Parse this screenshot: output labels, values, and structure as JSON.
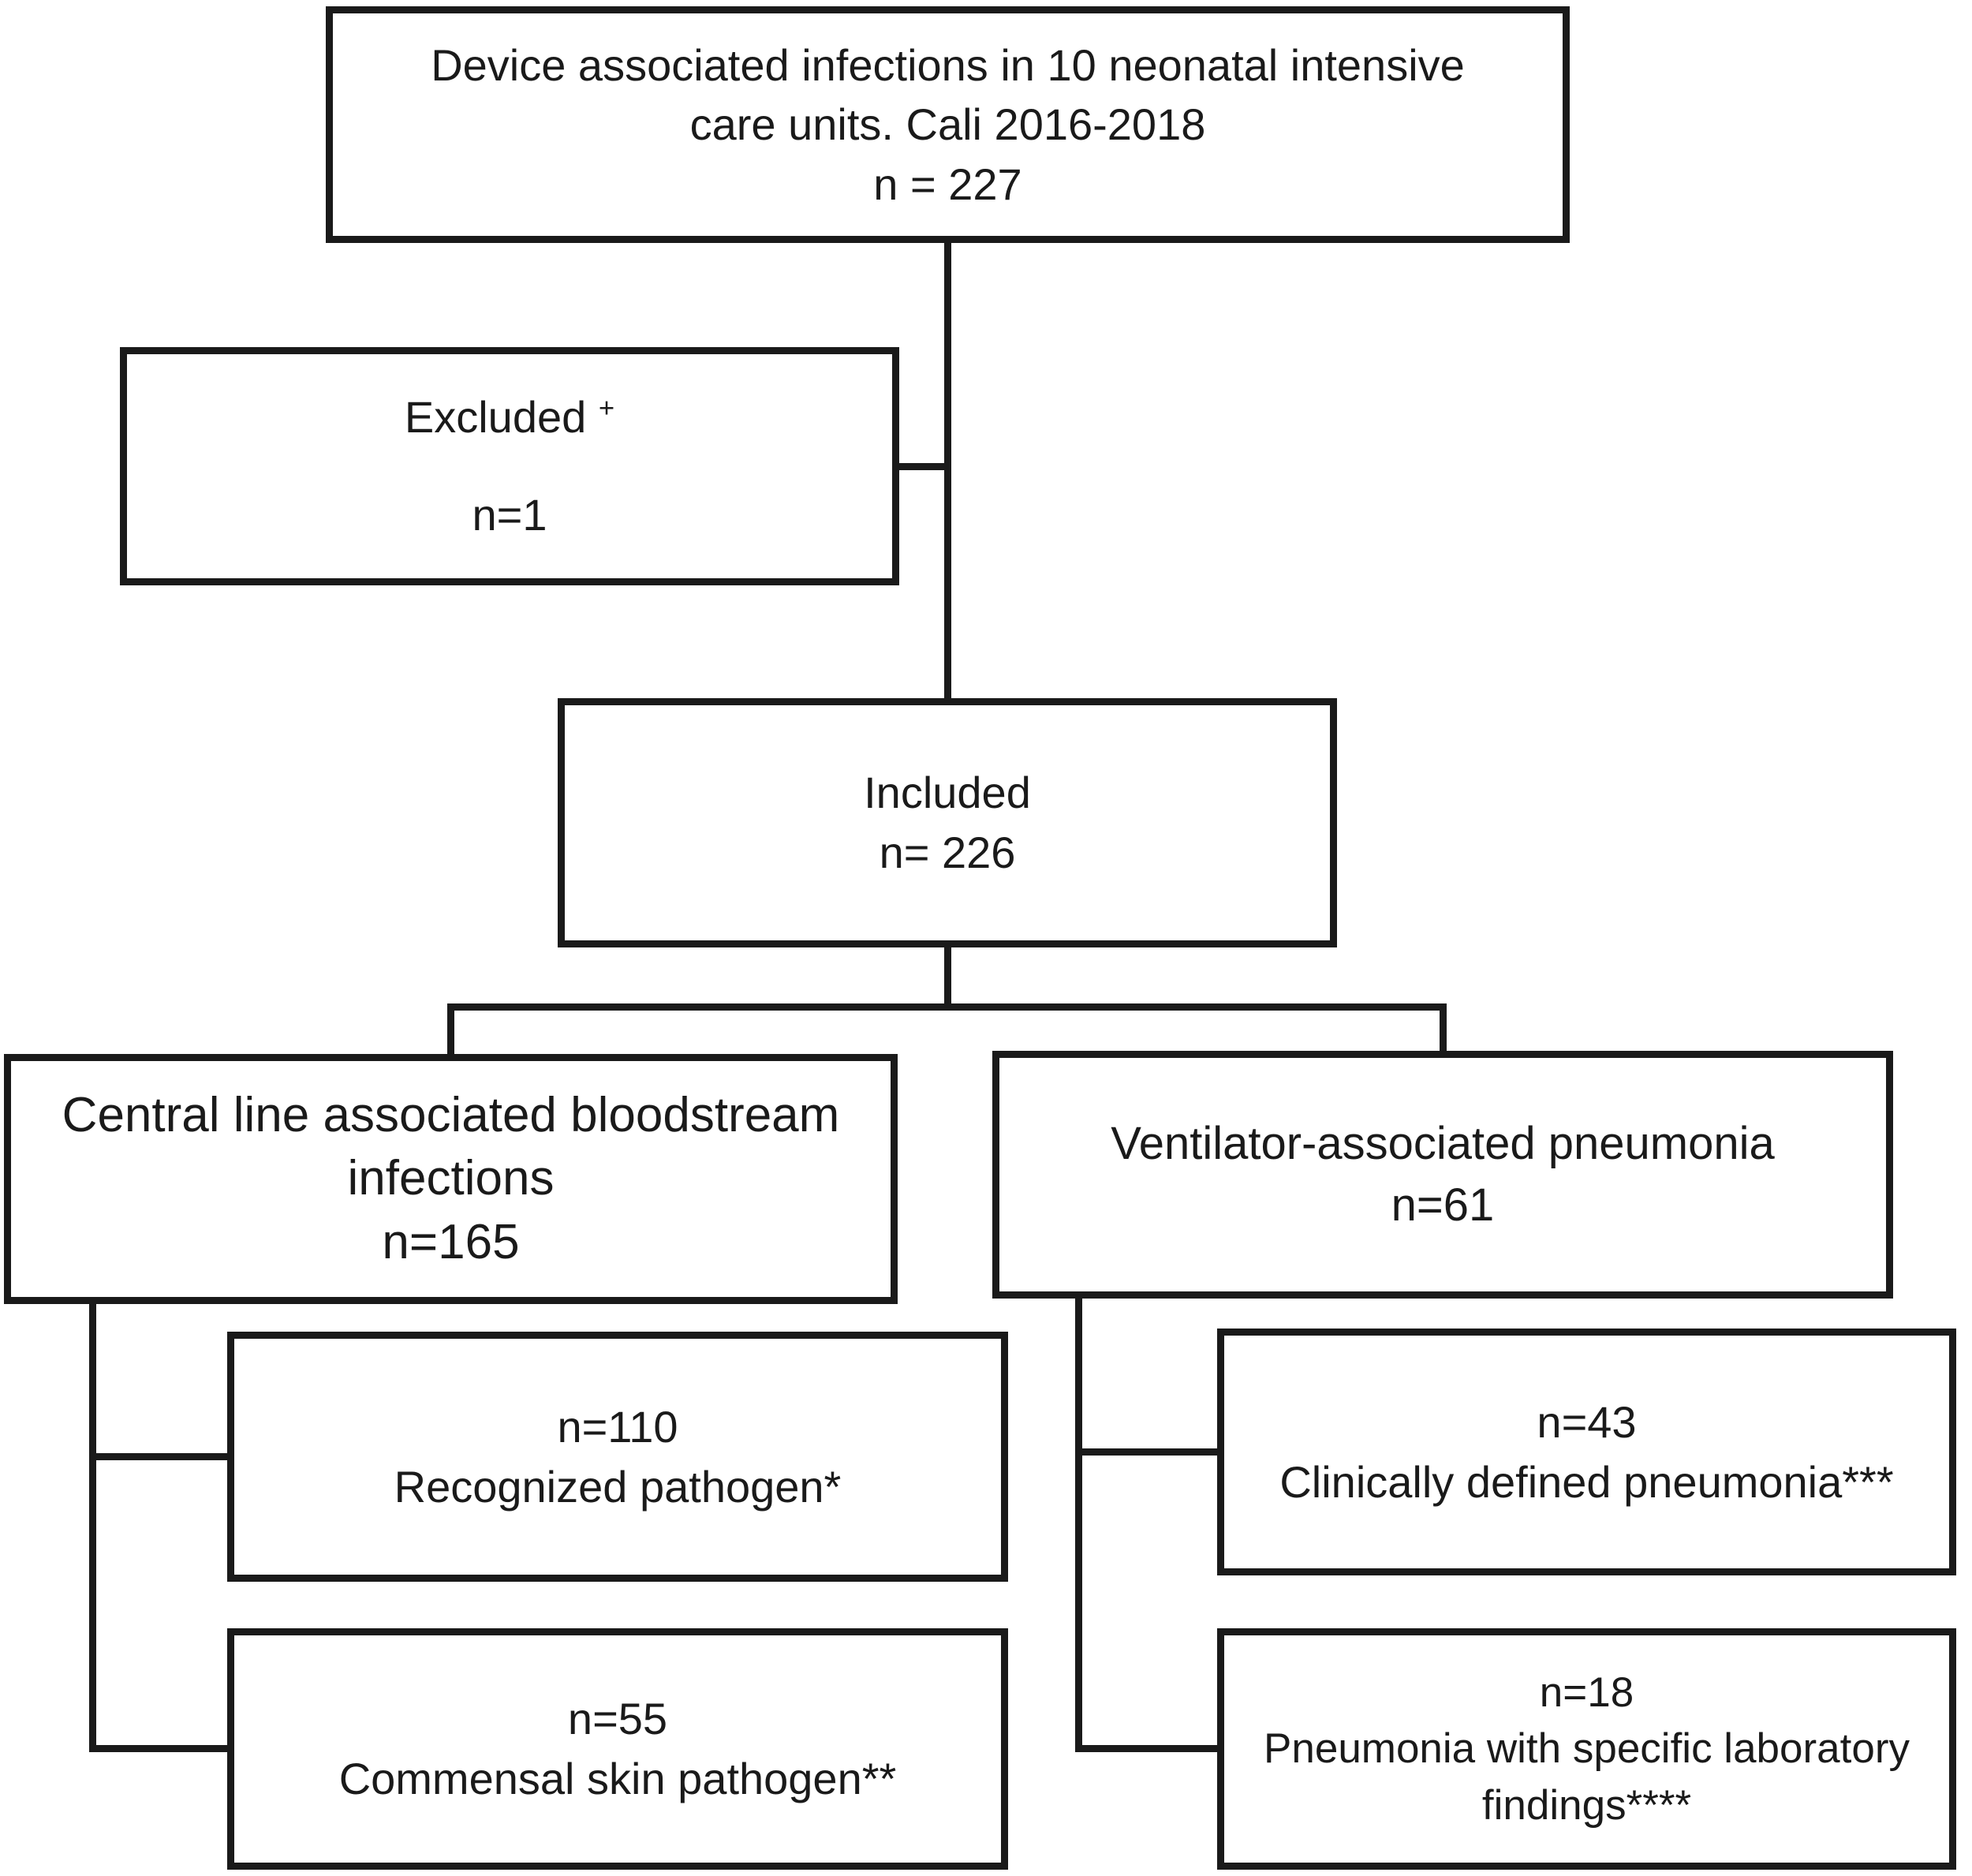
{
  "title": "Device associated infections study flow diagram",
  "colors": {
    "ink": "#1a1a1a",
    "background": "#ffffff"
  },
  "boxes": {
    "total": {
      "line1": "Device associated infections in 10 neonatal intensive",
      "line2": "care units. Cali 2016-2018",
      "line3": "n = 227"
    },
    "excluded": {
      "label": "Excluded",
      "sup": "+",
      "n": "n=1"
    },
    "included": {
      "line1": "Included",
      "line2": "n= 226"
    },
    "clabsi": {
      "line1": "Central line associated bloodstream",
      "line2": "infections",
      "line3": "n=165"
    },
    "vap": {
      "line1": "Ventilator-associated pneumonia",
      "line2": "n=61"
    },
    "clabsi_recognized": {
      "line1": "n=110",
      "line2": "Recognized pathogen*"
    },
    "clabsi_commensal": {
      "line1": "n=55",
      "line2": "Commensal skin pathogen**"
    },
    "vap_clinical": {
      "line1": "n=43",
      "line2": "Clinically defined pneumonia***"
    },
    "vap_laboratory": {
      "line1": "n=18",
      "line2": "Pneumonia with specific laboratory",
      "line3": "findings****"
    }
  }
}
